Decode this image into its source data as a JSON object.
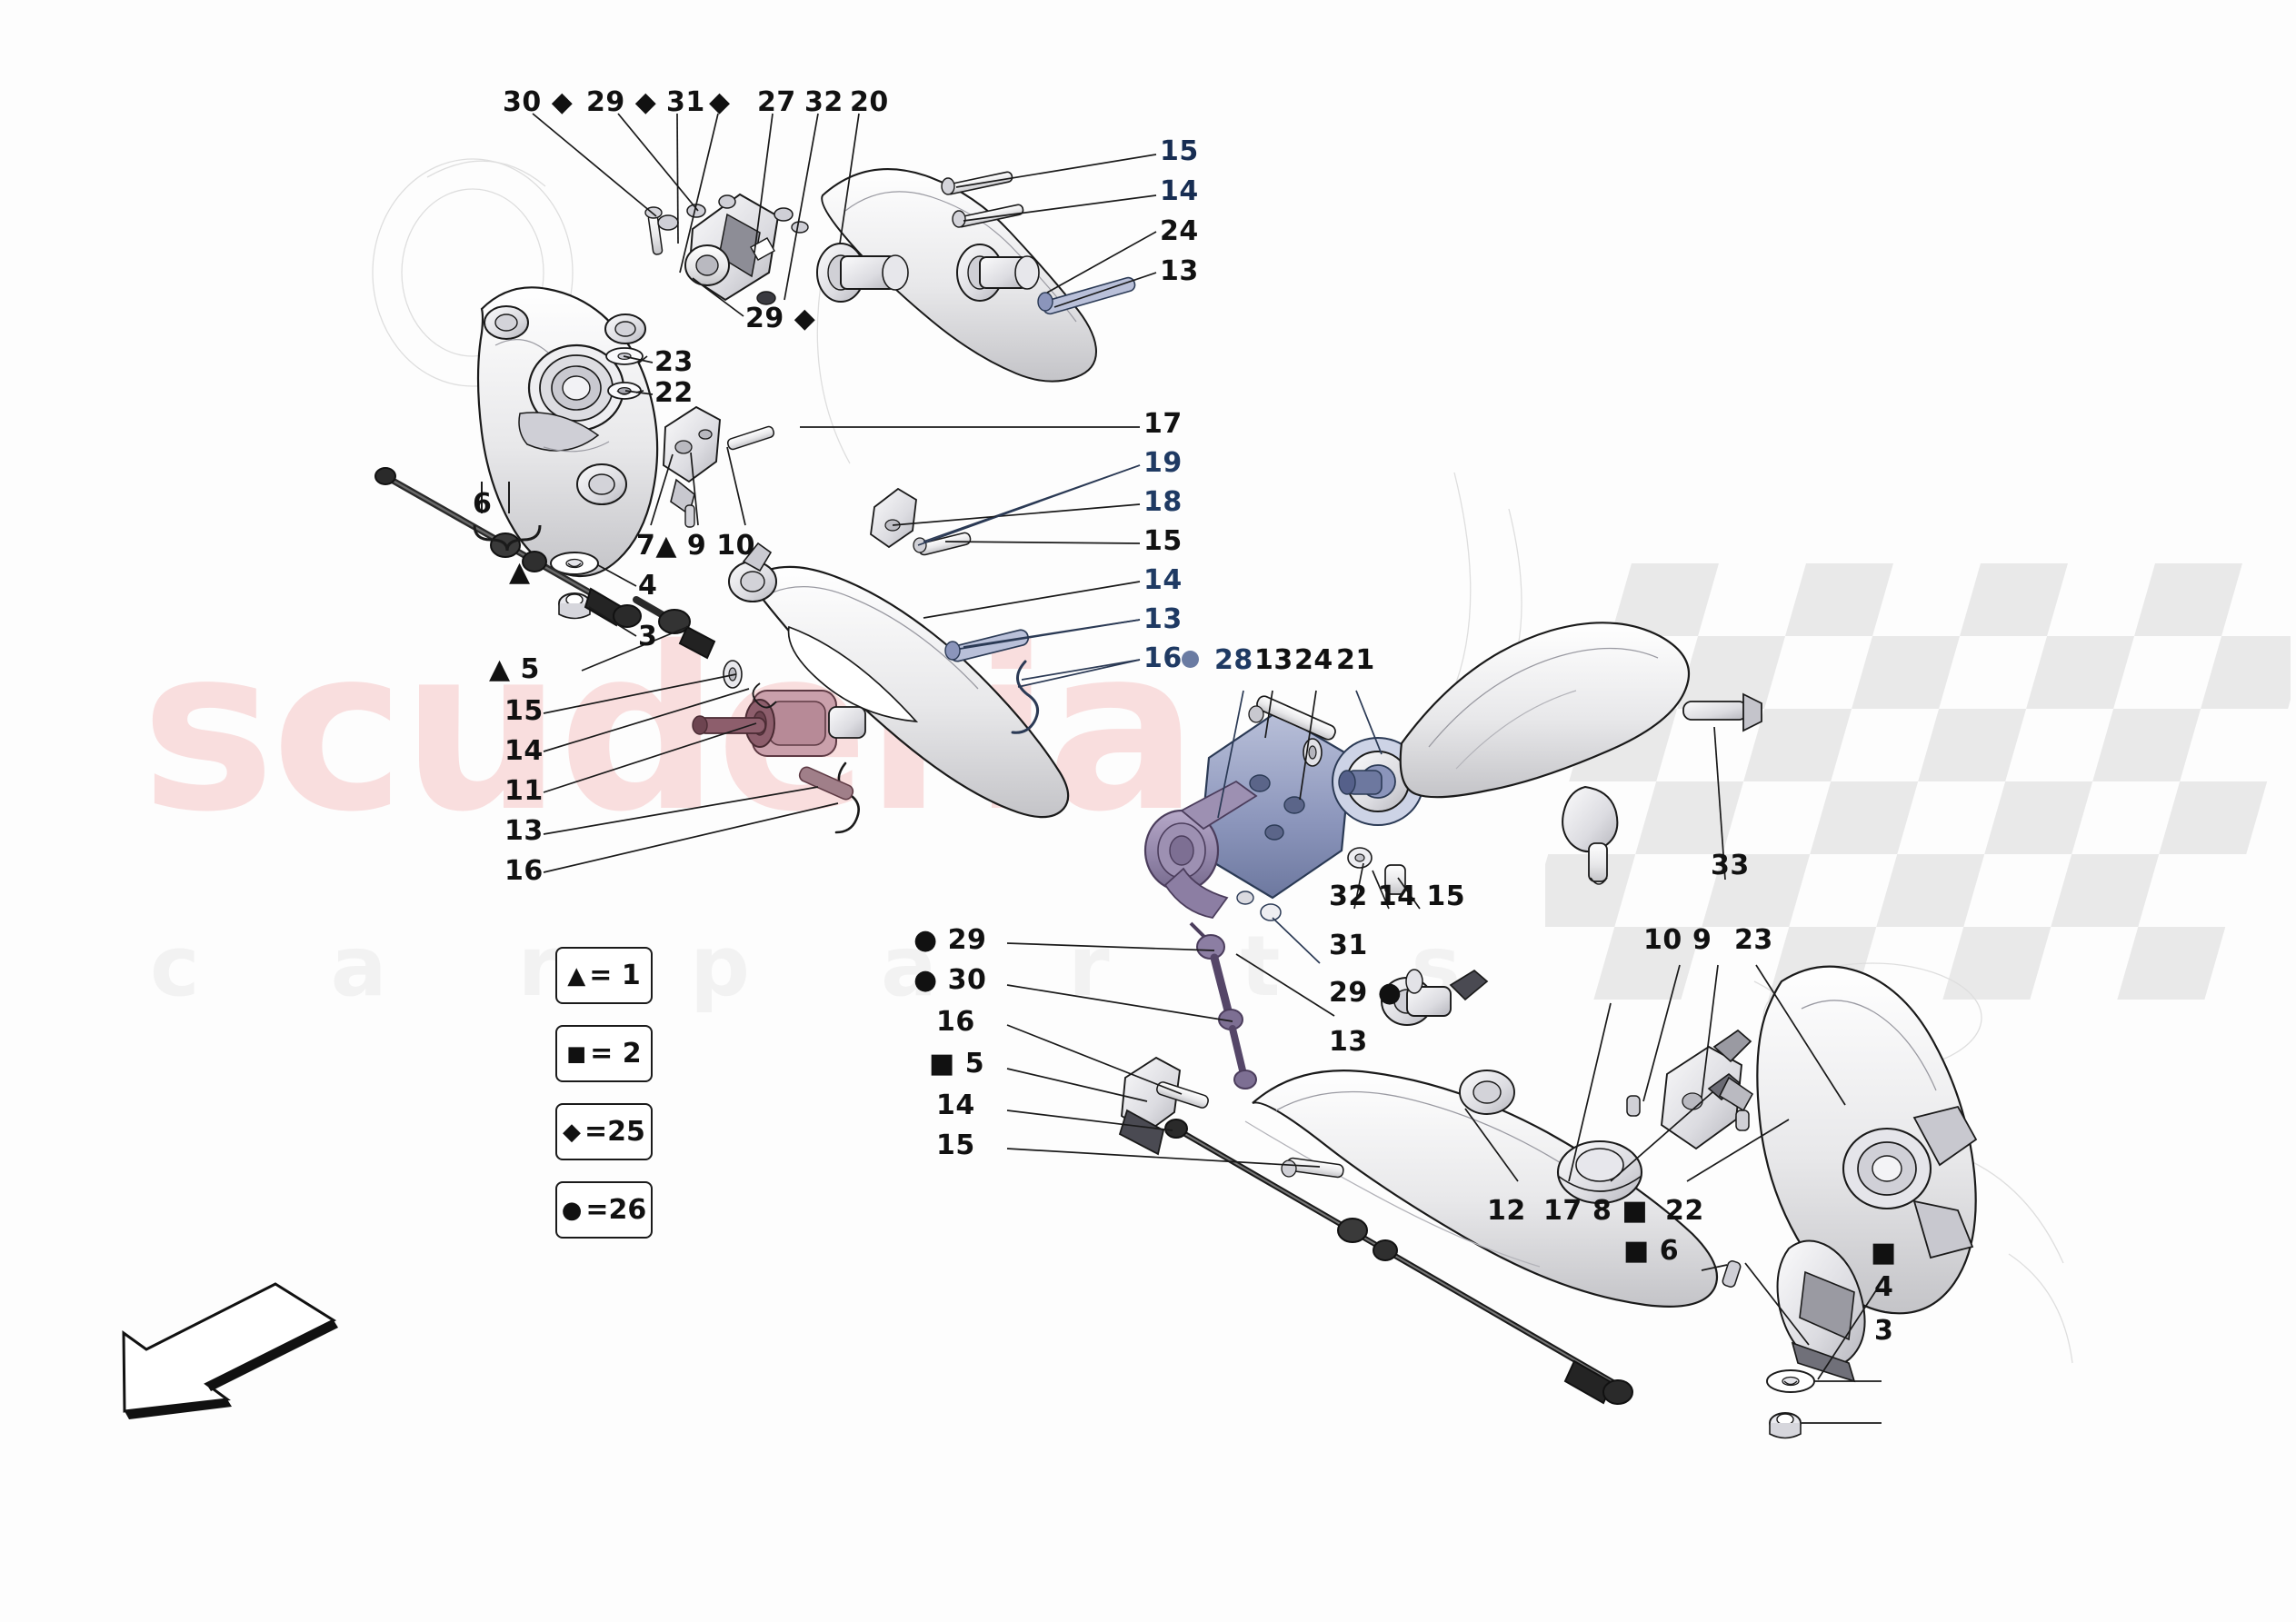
{
  "diagram": {
    "title": "Front Suspension Exploded Parts Diagram",
    "watermarks": {
      "brand": "scuderia",
      "tagline": "c a r p a r t s"
    },
    "colors": {
      "label_black": "#111111",
      "label_blue": "#1f3a63",
      "watermark_pink": "#f9dede",
      "watermark_gray": "#f2f2f2",
      "flag_gray": "#e9e9e9",
      "part_blue": "#7b87b5",
      "part_purple": "#8d7fa8"
    },
    "legend": [
      {
        "symbol": "▲",
        "text": "= 1"
      },
      {
        "symbol": "■",
        "text": "= 2"
      },
      {
        "symbol": "◆",
        "text": "=25"
      },
      {
        "symbol": "●",
        "text": "=26"
      }
    ],
    "labels": {
      "top_row": [
        {
          "text": "30 ◆"
        },
        {
          "text": "29 ◆"
        },
        {
          "text": "31"
        },
        {
          "text": "◆"
        },
        {
          "text": "27"
        },
        {
          "text": "32"
        },
        {
          "text": "20"
        }
      ],
      "top_right": [
        {
          "text": "15"
        },
        {
          "text": "14"
        },
        {
          "text": "24"
        },
        {
          "text": "13"
        }
      ],
      "upper_arm_extra": {
        "text": "29 ◆"
      },
      "knuckle_left": [
        {
          "text": "23"
        },
        {
          "text": "22"
        },
        {
          "text": "6"
        },
        {
          "text": "4"
        },
        {
          "text": "3"
        },
        {
          "text": "7▲ 9  10"
        },
        {
          "text": "▲ 5"
        }
      ],
      "center_column": [
        {
          "text": "17",
          "color": "black"
        },
        {
          "text": "19",
          "color": "blue"
        },
        {
          "text": "18",
          "color": "blue"
        },
        {
          "text": "15",
          "color": "black"
        },
        {
          "text": "14",
          "color": "blue"
        },
        {
          "text": "13",
          "color": "blue"
        },
        {
          "text": "16",
          "color": "blue"
        }
      ],
      "left_column": [
        {
          "text": "15"
        },
        {
          "text": "14"
        },
        {
          "text": "11"
        },
        {
          "text": "13"
        },
        {
          "text": "16"
        }
      ],
      "mid_right_row": [
        {
          "text": "28",
          "color": "blue"
        },
        {
          "text": "13",
          "color": "black"
        },
        {
          "text": "24",
          "color": "black"
        },
        {
          "text": "21",
          "color": "black"
        }
      ],
      "mid_right_lower": [
        {
          "text": "32 14 15"
        },
        {
          "text": "31"
        },
        {
          "text": "29 ●"
        },
        {
          "text": "13"
        }
      ],
      "bottom_left_column": [
        {
          "text": "● 29"
        },
        {
          "text": "● 30"
        },
        {
          "text": "16"
        },
        {
          "text": "■ 5"
        },
        {
          "text": "14"
        },
        {
          "text": "15"
        }
      ],
      "bottom_right_upper": [
        {
          "text": "10"
        },
        {
          "text": "9"
        },
        {
          "text": "23"
        }
      ],
      "bottom_right_row": [
        {
          "text": "12"
        },
        {
          "text": "17"
        },
        {
          "text": "8 ■"
        },
        {
          "text": "22"
        }
      ],
      "far_right": [
        {
          "text": "33"
        },
        {
          "text": "■"
        },
        {
          "text": "4"
        },
        {
          "text": "3"
        },
        {
          "text": "■ 6"
        }
      ]
    }
  }
}
